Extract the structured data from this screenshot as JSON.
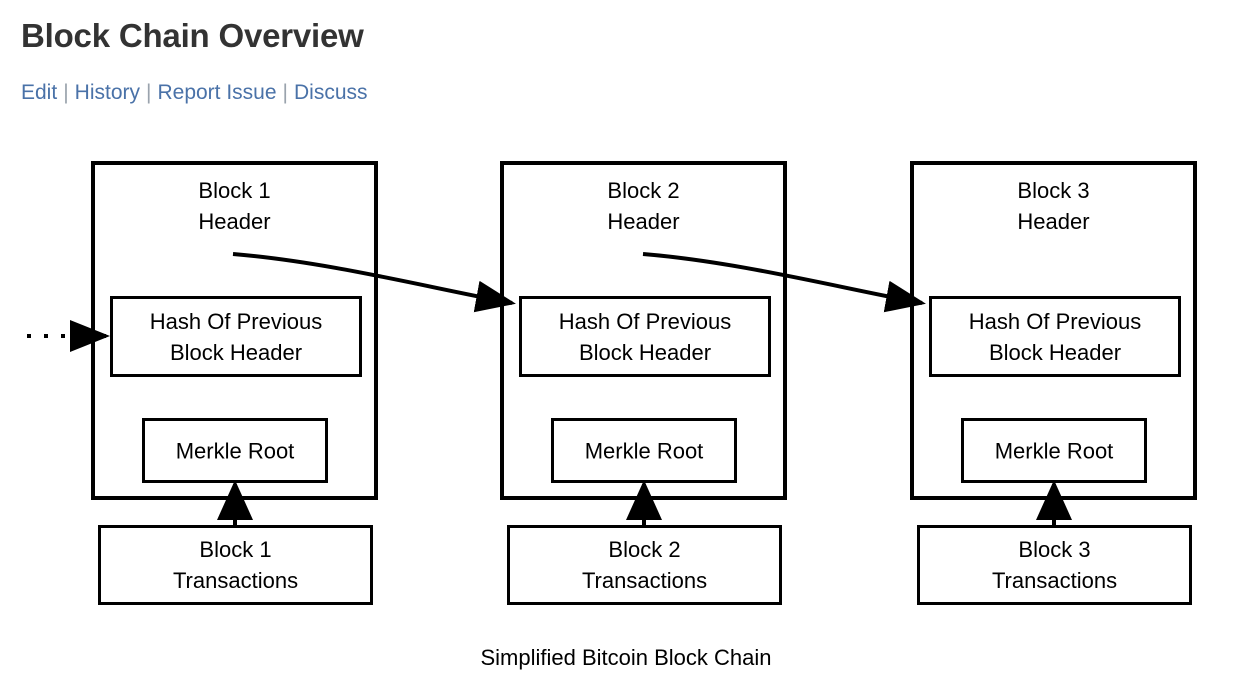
{
  "page": {
    "title": "Block Chain Overview",
    "nav": [
      {
        "label": "Edit"
      },
      {
        "label": "History"
      },
      {
        "label": "Report Issue"
      },
      {
        "label": "Discuss"
      }
    ],
    "nav_separator": "|"
  },
  "diagram": {
    "caption": "Simplified Bitcoin Block Chain",
    "line_color": "#000000",
    "blocks": [
      {
        "header_label": "Block 1\nHeader",
        "hash_label": "Hash Of Previous\nBlock Header",
        "merkle_label": "Merkle Root",
        "transactions_label": "Block 1\nTransactions"
      },
      {
        "header_label": "Block 2\nHeader",
        "hash_label": "Hash Of Previous\nBlock Header",
        "merkle_label": "Merkle Root",
        "transactions_label": "Block 2\nTransactions"
      },
      {
        "header_label": "Block 3\nHeader",
        "hash_label": "Hash Of Previous\nBlock Header",
        "merkle_label": "Merkle Root",
        "transactions_label": "Block 3\nTransactions"
      }
    ]
  }
}
